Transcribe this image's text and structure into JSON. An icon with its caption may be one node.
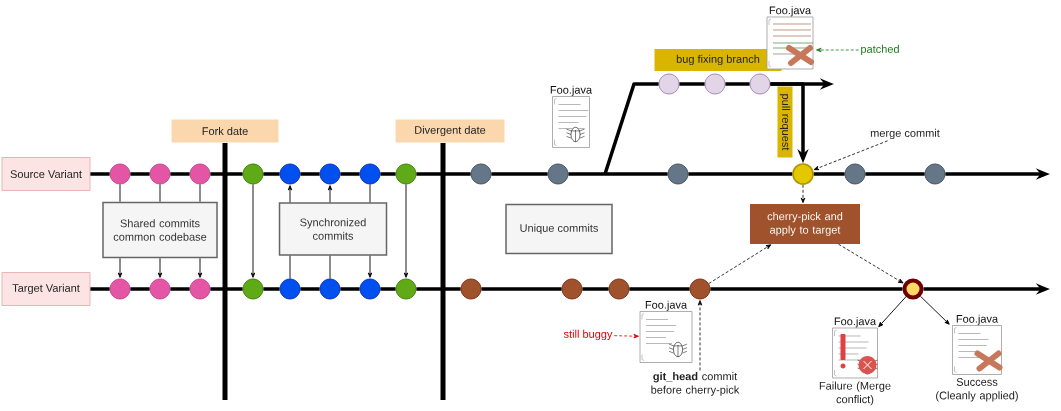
{
  "diagram": {
    "nodes": [
      {
        "text": [
          "Source Variant"
        ]
      },
      {
        "text": [
          "Target Variant"
        ]
      },
      {
        "text": [
          "Fork date"
        ]
      },
      {
        "text": [
          "Divergent date"
        ]
      },
      {
        "text": [
          "Shared commits common codebase"
        ]
      },
      {
        "text": [
          "Synchronized commits"
        ]
      },
      {
        "text": [
          "Unique commits"
        ]
      },
      {
        "text": [
          "bug fixing branch"
        ]
      },
      {
        "text": [
          "pull request"
        ]
      },
      {
        "text": [
          "cherry-pick and apply to target"
        ]
      },
      {
        "text": [
          "Foo.java"
        ]
      },
      {
        "text": [
          "Foo.java"
        ]
      },
      {
        "text": [
          "patched"
        ]
      },
      {
        "text": [
          "merge commit"
        ]
      },
      {
        "text": [
          "Foo.java"
        ]
      },
      {
        "text": [
          "still buggy"
        ]
      },
      {
        "text": [
          "**git_head** commit before cherry-pick"
        ]
      },
      {
        "text": [
          "Foo.java"
        ],
        "beside": [
          "Failure (Merge conflict)"
        ]
      },
      {
        "text": [
          "Foo.java"
        ],
        "beside": [
          "Success (Cleanly applied)"
        ]
      },
      {
        "text": [],
        "shape": "circle"
      },
      {
        "text": [],
        "shape": "circle"
      },
      {
        "text": [],
        "shape": "circle"
      },
      {
        "text": [],
        "shape": "circle"
      },
      {
        "text": [],
        "shape": "circle"
      },
      {
        "text": [],
        "shape": "circle"
      },
      {
        "text": [],
        "shape": "circle"
      },
      {
        "text": [],
        "shape": "circle"
      },
      {
        "text": [],
        "shape": "circle"
      },
      {
        "text": [],
        "shape": "circle"
      },
      {
        "text": [],
        "shape": "circle"
      },
      {
        "text": [],
        "shape": "circle"
      },
      {
        "text": [],
        "shape": "circle"
      },
      {
        "text": [],
        "shape": "circle"
      },
      {
        "text": [],
        "shape": "circle"
      },
      {
        "text": [],
        "shape": "circle"
      },
      {
        "text": [],
        "shape": "circle"
      },
      {
        "text": [],
        "shape": "circle"
      },
      {
        "text": [],
        "shape": "circle"
      },
      {
        "text": [],
        "shape": "circle"
      },
      {
        "text": [],
        "shape": "circle"
      },
      {
        "text": [],
        "shape": "circle"
      },
      {
        "text": [],
        "shape": "circle"
      },
      {
        "text": [],
        "shape": "circle"
      },
      {
        "text": [],
        "shape": "circle"
      },
      {
        "text": [],
        "shape": "circle"
      },
      {
        "text": [],
        "shape": "circle"
      },
      {
        "text": [],
        "shape": "circle"
      },
      {
        "text": [],
        "shape": "circle"
      },
      {
        "text": [],
        "shape": "circle"
      }
    ],
    "edges": [
      {
        "from": 0,
        "to": null,
        "arrow": "to",
        "style": "thick"
      },
      {
        "from": 1,
        "to": null,
        "arrow": "to",
        "style": "thick"
      },
      {
        "from": 19,
        "to": 4,
        "arrow": "none"
      },
      {
        "from": 4,
        "to": 36,
        "arrow": "to"
      },
      {
        "from": 20,
        "to": 4,
        "arrow": "none"
      },
      {
        "from": 4,
        "to": 37,
        "arrow": "to"
      },
      {
        "from": 21,
        "to": 4,
        "arrow": "none"
      },
      {
        "from": 4,
        "to": 38,
        "arrow": "to"
      },
      {
        "from": 22,
        "to": 39,
        "arrow": "to"
      },
      {
        "from": 40,
        "to": 5,
        "arrow": "none"
      },
      {
        "from": 5,
        "to": 23,
        "arrow": "to"
      },
      {
        "from": 41,
        "to": 5,
        "arrow": "none"
      },
      {
        "from": 5,
        "to": 24,
        "arrow": "to"
      },
      {
        "from": 25,
        "to": 5,
        "arrow": "none"
      },
      {
        "from": 5,
        "to": 42,
        "arrow": "to"
      },
      {
        "from": 26,
        "to": 43,
        "arrow": "to"
      },
      {
        "from": null,
        "to": 33,
        "arrow": "none",
        "style": "thick"
      },
      {
        "from": 33,
        "to": 34,
        "arrow": "none",
        "style": "thick"
      },
      {
        "from": 34,
        "to": 35,
        "arrow": "none",
        "style": "thick"
      },
      {
        "from": 35,
        "to": null,
        "arrow": "to",
        "style": "thick"
      },
      {
        "from": 35,
        "to": 30,
        "arrow": "to",
        "style": "thick"
      },
      {
        "from": 12,
        "to": 11,
        "arrow": "to",
        "style": "dashed",
        "color": "#1a7a1a"
      },
      {
        "from": 13,
        "to": 30,
        "arrow": "to",
        "style": "dashed"
      },
      {
        "from": 30,
        "to": 9,
        "arrow": "to",
        "style": "dashed"
      },
      {
        "from": 47,
        "to": 9,
        "arrow": "to",
        "style": "dashed"
      },
      {
        "from": 9,
        "to": 48,
        "arrow": "to",
        "style": "dashed"
      },
      {
        "from": 16,
        "to": 47,
        "arrow": "to",
        "style": "dashed"
      },
      {
        "from": 15,
        "to": 14,
        "arrow": "to",
        "style": "dashed",
        "color": "#e00000"
      },
      {
        "from": 48,
        "to": 17,
        "arrow": "to"
      },
      {
        "from": 48,
        "to": 18,
        "arrow": "to"
      }
    ]
  }
}
